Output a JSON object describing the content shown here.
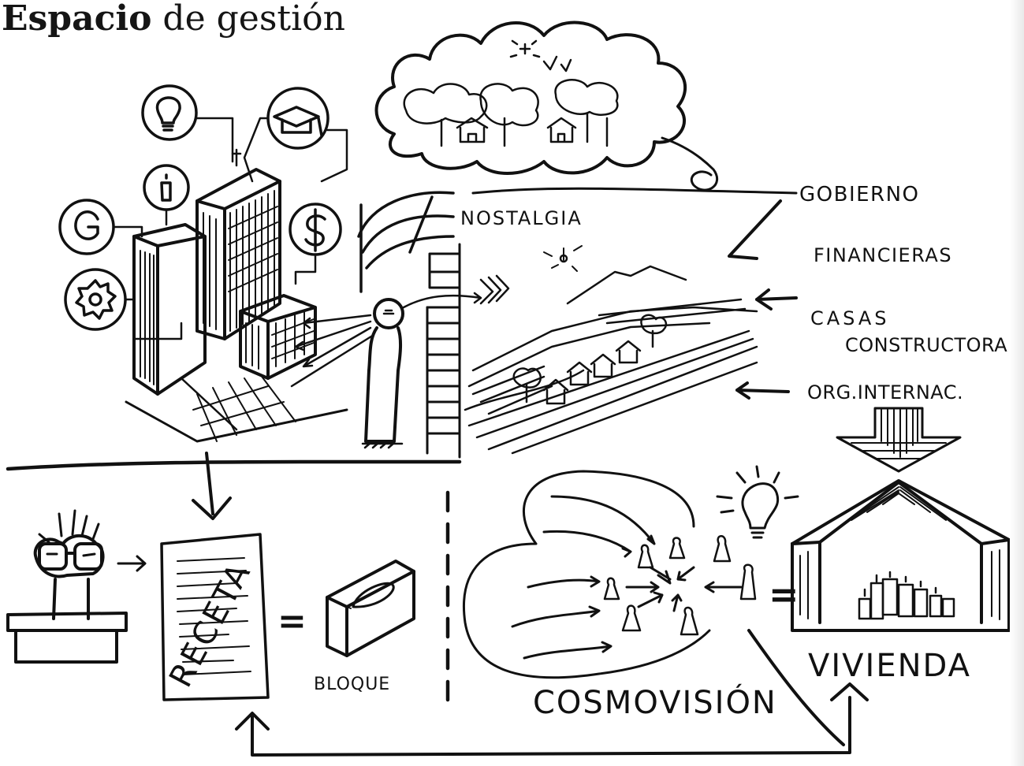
{
  "title": {
    "bold": "Espacio",
    "rest": " de gestión"
  },
  "labels": {
    "nostalgia": "NOSTALGIA",
    "gobierno": "GOBIERNO",
    "financieras": "FINANCIERAS",
    "casas_1": "CASAS",
    "casas_2": "CONSTRUCTORA",
    "org": "ORG.INTERNAC.",
    "receta": "RECETA",
    "bloque": "BLOQUE",
    "cosmovision": "COSMOVISIÓN",
    "vivienda": "VIVIENDA",
    "equals": "="
  },
  "icons": [
    "lightbulb-icon",
    "graduation-cap-icon",
    "info-icon",
    "g-letter-icon",
    "dollar-icon",
    "gear-icon"
  ]
}
